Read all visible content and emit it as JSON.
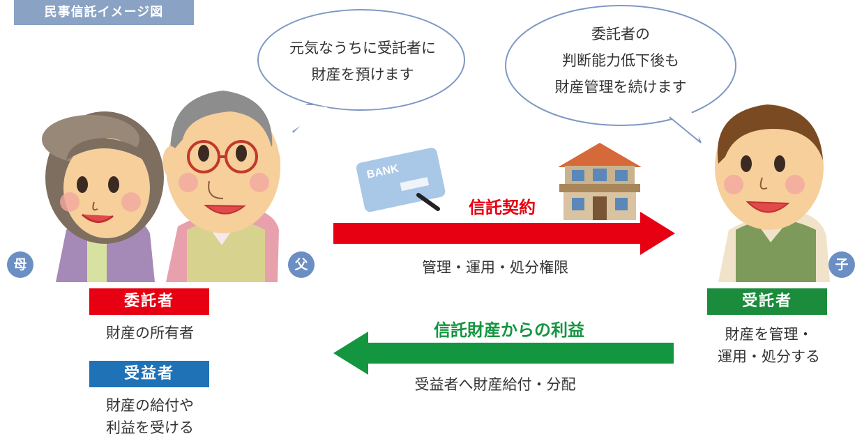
{
  "header": {
    "title": "民事信託イメージ図"
  },
  "bubbles": {
    "left": [
      "元気なうちに受託者に",
      "財産を預けます"
    ],
    "right": [
      "委託者の",
      "判断能力低下後も",
      "財産管理を続けます"
    ]
  },
  "people": {
    "mother_badge": "母",
    "father_badge": "父",
    "child_badge": "子"
  },
  "roles": {
    "settlor": {
      "label": "委託者",
      "desc": "財産の所有者",
      "color": "#e60012"
    },
    "beneficiary": {
      "label": "受益者",
      "desc_lines": [
        "財産の給付や",
        "利益を受ける"
      ],
      "color": "#1f72b6"
    },
    "trustee": {
      "label": "受託者",
      "desc_lines": [
        "財産を管理・",
        "運用・処分する"
      ],
      "color": "#1a8c3c"
    }
  },
  "flows": {
    "contract": {
      "title": "信託契約",
      "caption": "管理・運用・処分権限",
      "color": "#e60012"
    },
    "benefit": {
      "title": "信託財産からの利益",
      "caption": "受益者へ財産給付・分配",
      "color": "#13963f"
    }
  },
  "icons": {
    "card_text": "BANK"
  }
}
